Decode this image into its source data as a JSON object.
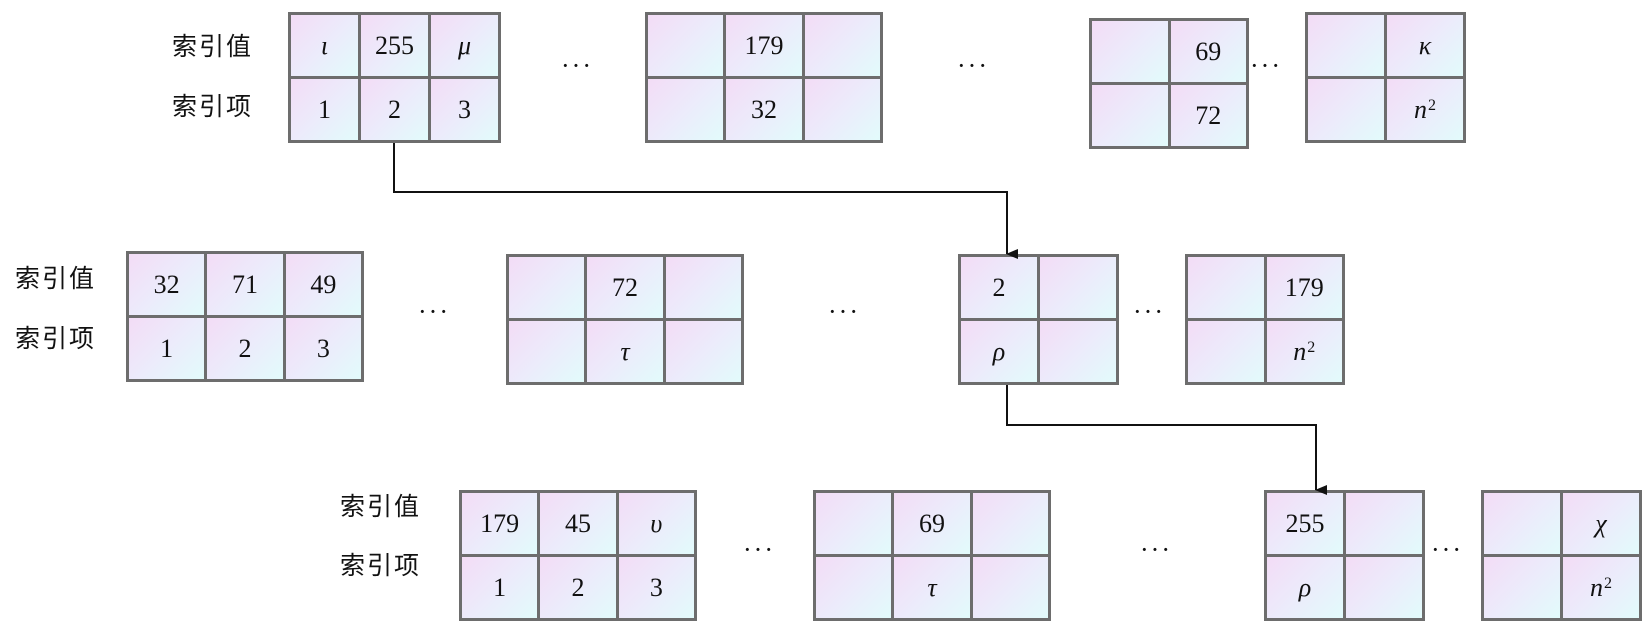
{
  "row_labels": {
    "value": "索引值",
    "item": "索引项"
  },
  "ellipsis": "···",
  "rows": [
    {
      "tables": [
        {
          "top": [
            "ι",
            "255",
            "μ"
          ],
          "bottom": [
            "1",
            "2",
            "3"
          ]
        },
        {
          "top": [
            "",
            "179",
            ""
          ],
          "bottom": [
            "",
            "32",
            ""
          ]
        },
        {
          "top": [
            "",
            "69"
          ],
          "bottom": [
            "",
            "72"
          ]
        },
        {
          "top": [
            "",
            "κ"
          ],
          "bottom": [
            "",
            "n²"
          ]
        }
      ]
    },
    {
      "tables": [
        {
          "top": [
            "32",
            "71",
            "49"
          ],
          "bottom": [
            "1",
            "2",
            "3"
          ]
        },
        {
          "top": [
            "",
            "72",
            ""
          ],
          "bottom": [
            "",
            "τ",
            ""
          ]
        },
        {
          "top": [
            "2",
            ""
          ],
          "bottom": [
            "ρ",
            ""
          ]
        },
        {
          "top": [
            "",
            "179"
          ],
          "bottom": [
            "",
            "n²"
          ]
        }
      ]
    },
    {
      "tables": [
        {
          "top": [
            "179",
            "45",
            "υ"
          ],
          "bottom": [
            "1",
            "2",
            "3"
          ]
        },
        {
          "top": [
            "",
            "69",
            ""
          ],
          "bottom": [
            "",
            "τ",
            ""
          ]
        },
        {
          "top": [
            "255",
            ""
          ],
          "bottom": [
            "ρ",
            ""
          ]
        },
        {
          "top": [
            "",
            "χ"
          ],
          "bottom": [
            "",
            "n²"
          ]
        }
      ]
    }
  ]
}
